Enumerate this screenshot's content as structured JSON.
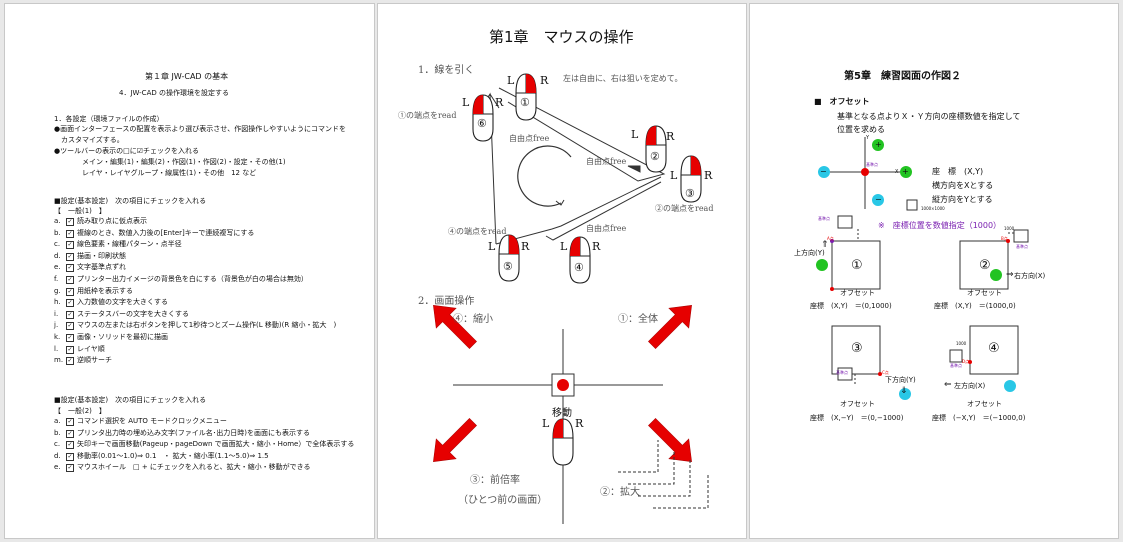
{
  "page1": {
    "chapter_title": "第１章 JW-CAD の基本",
    "subtitle": "4．JW-CAD の操作環境を設定する",
    "section1_heading": "1．各設定（環境ファイルの作成）",
    "section1_lines": [
      "●画面インターフェースの配置を表示より選び表示させ、作図操作しやすいようにコマンドを",
      "　カスタマイズする。",
      "●ツールバーの表示の□に☑チェックを入れる",
      "　　　　メイン・編集(1)・編集(2)・作図(1)・作図(2)・設定・その他(1)",
      "　　　　レイヤ・レイヤグループ・線属性(1)・その他　12 など"
    ],
    "general1_heading": "■設定(基本設定)　次の項目にチェックを入れる",
    "general1_tab": "【　一般(1)　】",
    "general1_items": [
      {
        "k": "a.",
        "t": "読み取り点に仮点表示"
      },
      {
        "k": "b.",
        "t": "複線のとき、数値入力後の[Enter]キーで連続複写にする"
      },
      {
        "k": "c.",
        "t": "線色要素・線種パターン・点半径"
      },
      {
        "k": "d.",
        "t": "描画・印刷状態"
      },
      {
        "k": "e.",
        "t": "文字基準点ずれ"
      },
      {
        "k": "f.",
        "t": "プリンター出力イメージの背景色を白にする（背景色が白の場合は無効）"
      },
      {
        "k": "g.",
        "t": "用紙枠を表示する"
      },
      {
        "k": "h.",
        "t": "入力数値の文字を大きくする"
      },
      {
        "k": "i.",
        "t": "ステータスバーの文字を大きくする"
      },
      {
        "k": "j.",
        "t": "マウスの左または右ボタンを押して1秒待つとズーム操作(L 移動)(R 縮小・拡大　)"
      },
      {
        "k": "k.",
        "t": "画像・ソリッドを最初に描画"
      },
      {
        "k": "l.",
        "t": "レイヤ順"
      },
      {
        "k": "m.",
        "t": "逆順サーチ"
      }
    ],
    "general2_heading": "■設定(基本設定)　次の項目にチェックを入れる",
    "general2_tab": "【　一般(2)　】",
    "general2_items": [
      {
        "k": "a.",
        "t": "コマンド選択を AUTO モードクロックメニュー"
      },
      {
        "k": "b.",
        "t": "プリンタ出力時の埋め込み文字(ファイル名･出力日時)を画面にも表示する"
      },
      {
        "k": "c.",
        "t": "矢印キーで画面移動(Pageup・pageDown で画面拡大・縮小・Home）で全体表示する"
      },
      {
        "k": "d.",
        "t": "移動率(0.01～1.0)⇒ 0.1　・ 拡大・縮小率(1.1～5.0)⇒ 1.5"
      },
      {
        "k": "e.",
        "t": "マウスホイール　□ + にチェックを入れると、拡大・縮小・移動ができる"
      }
    ]
  },
  "page2": {
    "chapter_title": "第1章　マウスの操作",
    "sec1_title": "1．線を引く",
    "sec1_note": "左は自由に、右は狙いを定めて。",
    "L": "L",
    "R": "R",
    "m1": "①",
    "m2": "②",
    "m3": "③",
    "m4": "④",
    "m5": "⑤",
    "m6": "⑥",
    "lbl1": "①の端点をread",
    "lbl2": "②の端点をread",
    "lbl4": "④の端点をread",
    "free": "自由点free",
    "sec2_title": "2．画面操作",
    "op_full": "①：全体",
    "op_shrink": "④：縮小",
    "op_prev": "③：前倍率",
    "op_prev2": "（ひとつ前の画面）",
    "op_zoom": "②：拡大",
    "move": "移動"
  },
  "page3": {
    "chapter_title": "第5章　練習図面の作図２",
    "offset_heading": "■　オフセット",
    "desc1": "基準となる点よりＸ・Ｙ方向の座標数値を指定して",
    "desc2": "位置を求める",
    "coord_title": "座　標　(X,Y)",
    "coord_x": "横方向をXとする",
    "coord_y": "縦方向をYとする",
    "box_small": "1000×1000",
    "base_pt": "基準点",
    "y_axis": "Y",
    "x_axis": "X",
    "plus": "+",
    "minus": "−",
    "note": "※　座標位置を数値指定（1000）",
    "up": "上方向(Y)",
    "right": "右方向(X)",
    "down": "下方向(Y)",
    "left": "左方向(X)",
    "q1": "①",
    "q2": "②",
    "q3": "③",
    "q4": "④",
    "offset": "オフセット",
    "coord1": "座標　(X,Y)　＝(0,1000)",
    "coord2": "座標　(X,Y)　＝(1000,0)",
    "coord3": "座標　(X,−Y)　＝(0,−1000)",
    "coord4": "座標　(−X,Y)　＝(−1000,0)",
    "base_short": "基準点",
    "a_pt": "A点",
    "b_pt": "B点",
    "c_pt": "C点",
    "d_pt": "D点",
    "up_arrow": "⇑",
    "right_arrow": "⇒",
    "down_arrow": "⇓",
    "left_arrow": "⇐",
    "num1000": "1000",
    "num1000b": "1000"
  },
  "colors": {
    "red": "#e60000",
    "green": "#22c322",
    "cyan": "#29c7e6",
    "purple": "#7a1fb0",
    "gray_text": "#555555"
  }
}
